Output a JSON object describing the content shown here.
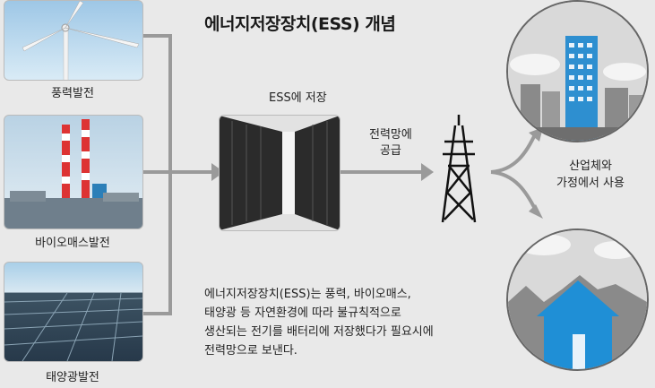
{
  "title": "에너지저장장치(ESS) 개념",
  "sources": {
    "wind": "풍력발전",
    "biomass": "바이오매스발전",
    "solar": "태양광발전"
  },
  "storage": {
    "label": "ESS에 저장"
  },
  "grid": {
    "line1": "전력망에",
    "line2": "공급"
  },
  "usage": {
    "line1": "산업체와",
    "line2": "가정에서 사용"
  },
  "description": {
    "line1": "에너지저장장치(ESS)는 풍력, 바이오매스,",
    "line2": "태양광 등 자연환경에 따라 불규칙적으로",
    "line3": "생산되는 전기를 배터리에 저장했다가 필요시에",
    "line4": "전력망으로 보낸다."
  },
  "colors": {
    "building_blue": "#2e8fd0",
    "house_blue": "#1f8fd6",
    "connector": "#9a9a9a",
    "city_gray": "#8a8a8a"
  }
}
